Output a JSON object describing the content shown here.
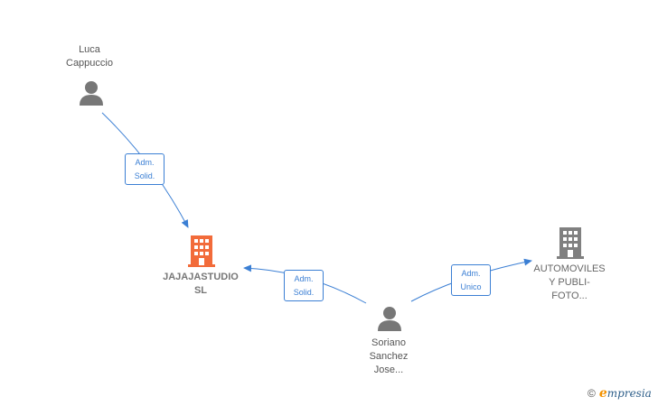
{
  "nodes": {
    "luca": {
      "line1": "Luca",
      "line2": "Cappuccio"
    },
    "jajaja": {
      "line1": "JAJAJASTUDIO",
      "line2": "SL"
    },
    "soriano": {
      "line1": "Soriano",
      "line2": "Sanchez",
      "line3": "Jose..."
    },
    "automoviles": {
      "line1": "AUTOMOVILES",
      "line2": "Y PUBLI-",
      "line3": "FOTO..."
    }
  },
  "edges": {
    "luca_to_jajaja": {
      "line1": "Adm.",
      "line2": "Solid."
    },
    "soriano_to_jajaja": {
      "line1": "Adm.",
      "line2": "Solid."
    },
    "soriano_to_automoviles": {
      "line1": "Adm.",
      "line2": "Unico"
    }
  },
  "brand": {
    "copyright": "©",
    "logo_initial": "e",
    "logo_rest": "mpresia"
  },
  "colors": {
    "edge": "#3b7fd4",
    "person": "#777777",
    "main_company": "#f26b3a",
    "company": "#808080"
  }
}
